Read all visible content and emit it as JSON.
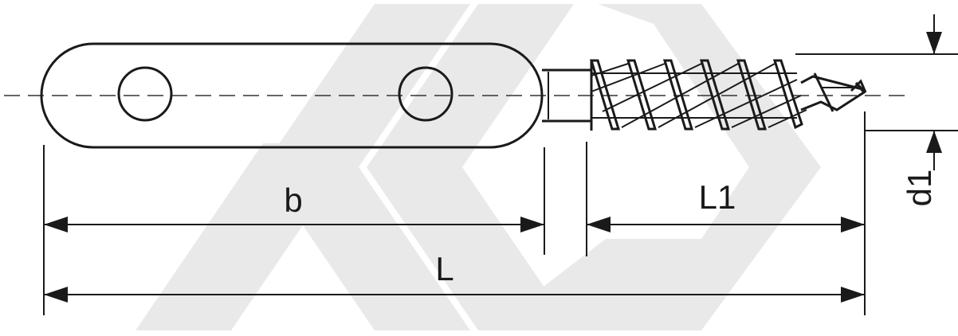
{
  "drawing": {
    "labels": {
      "b": "b",
      "L": "L",
      "L1": "L1",
      "d1": "d1"
    },
    "colors": {
      "line": "#1a1a1a",
      "watermark": "#e9e9e9",
      "background": "#ffffff"
    }
  }
}
